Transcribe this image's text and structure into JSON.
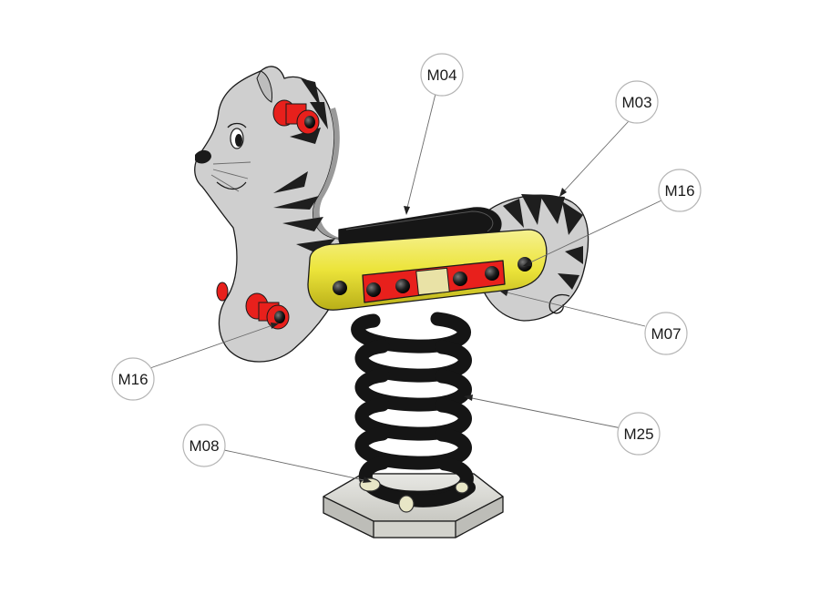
{
  "callouts": [
    {
      "id": "m04",
      "label": "M04"
    },
    {
      "id": "m03",
      "label": "M03"
    },
    {
      "id": "m16-right",
      "label": "M16"
    },
    {
      "id": "m07",
      "label": "M07"
    },
    {
      "id": "m16-left",
      "label": "M16"
    },
    {
      "id": "m25",
      "label": "M25"
    },
    {
      "id": "m08",
      "label": "M08"
    }
  ],
  "colors": {
    "body_grey": "#cfcfcf",
    "stripe": "#1e1e1e",
    "seat_black": "#161616",
    "frame_yellow": "#ece43a",
    "plate_red": "#e8201c",
    "spring_black": "#151515",
    "base_grey": "#dcdcd8"
  }
}
